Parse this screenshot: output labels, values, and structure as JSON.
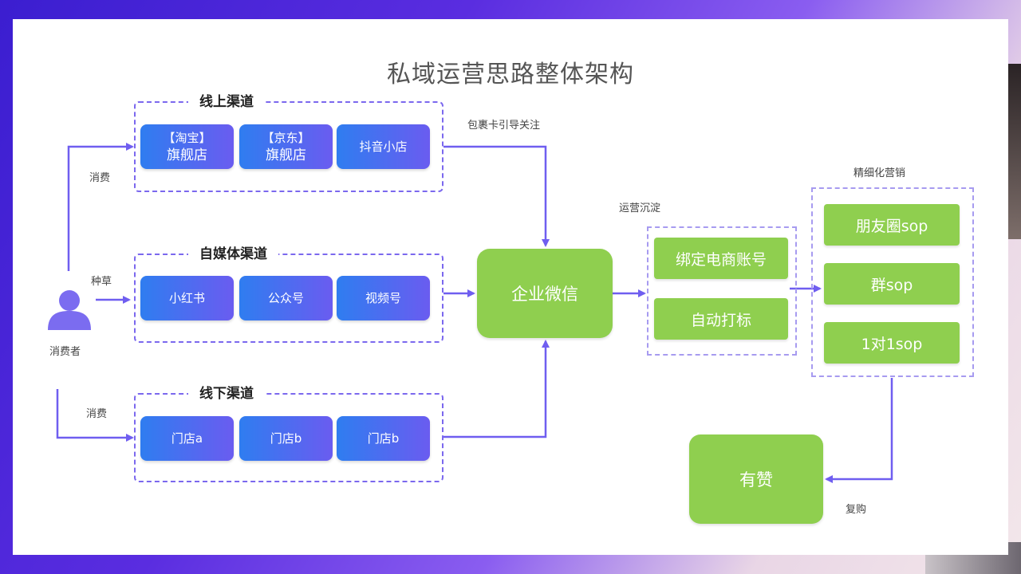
{
  "title": "私域运营思路整体架构",
  "consumer_label": "消费者",
  "edge_labels": {
    "online": "消费",
    "media": "种草",
    "offline": "消费",
    "package": "包裹卡引导关注",
    "ops": "运营沉淀",
    "fine": "精细化营销",
    "repurchase": "复购"
  },
  "online": {
    "label": "线上渠道",
    "items": [
      {
        "line1": "【淘宝】",
        "line2": "旗舰店"
      },
      {
        "line1": "【京东】",
        "line2": "旗舰店"
      },
      {
        "line1": "抖音小店"
      }
    ]
  },
  "media": {
    "label": "自媒体渠道",
    "items": [
      "小红书",
      "公众号",
      "视频号"
    ]
  },
  "offline": {
    "label": "线下渠道",
    "items": [
      "门店a",
      "门店b",
      "门店b"
    ]
  },
  "wechat": "企业微信",
  "ops_items": [
    "绑定电商账号",
    "自动打标"
  ],
  "marketing_items": [
    "朋友圈sop",
    "群sop",
    "1对1sop"
  ],
  "youzan": "有赞",
  "colors": {
    "line": "#6f5ef0",
    "green": "#8fcf4f",
    "blue_start": "#2f7df0",
    "blue_end": "#6a5cf0"
  }
}
